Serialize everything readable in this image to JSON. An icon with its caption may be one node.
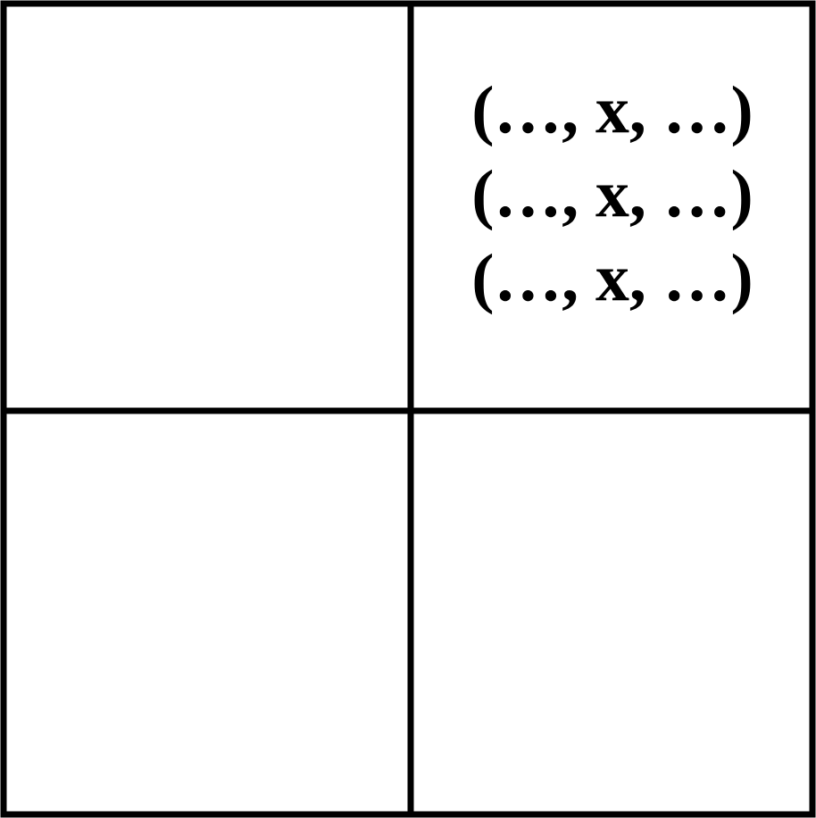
{
  "diagram": {
    "labels": [
      "(…, x, …)",
      "(…, x, …)",
      "(…, x, …)"
    ]
  }
}
